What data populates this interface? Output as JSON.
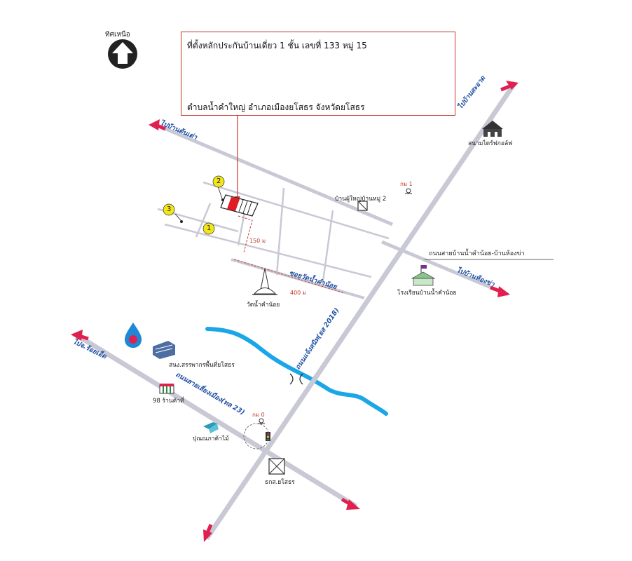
{
  "title": {
    "line1": "ที่ตั้งหลักประกันบ้านเดี่ยว 1 ชั้น เลขที่ 133 หมู่ 15",
    "line2": "ตำบลน้ำคำใหญ่  อำเภอเมืองยโสธร   จังหวัดยโสธร"
  },
  "north": {
    "label": "ทิศเหนือ",
    "icon": "north-arrow-icon"
  },
  "directions": {
    "to_sok_sa_at": "ไปบ้านสะอาด",
    "to_ton_tao": "ไปบ้านต้นเต่า",
    "to_nong_kham": "ไปบ้านห้องข่า",
    "to_roi_et": "ไปจ.ร้อยเอ็ด"
  },
  "roads": {
    "kham_noi_lane": "ซอยวัดน้ำคำน้อย",
    "highway_2018": "ถนนแจ้งสนิท(ยส 2018)",
    "highway_23": "ถนนสายเลี่ยงเมือง(ทล 23)",
    "road_kham_noi": "ถนนสายบ้านน้ำคำน้อย-บ้านห้องข่า"
  },
  "distances": {
    "d150": "150 ม",
    "d400": "400 ม"
  },
  "km_markers": {
    "km1": "กม 1",
    "km0": "กม 0"
  },
  "markers": {
    "m1": "1",
    "m2": "2",
    "m3": "3"
  },
  "places": {
    "village_head": "บ้านผู้ใหญ่บ้านหมู่ 2",
    "golf": "สนามไดร์ฟกอล์ฟ",
    "school": "โรงเรียนบ้านน้ำคำน้อย",
    "temple": "วัดน้ำคำน้อย",
    "water_office": "สนง.สรรพากรพื้นที่ยโสธร",
    "store98": "98 ร้านค้าที่",
    "gas": "ปุณณภาค้าไม้",
    "bank": "ธกส.ยโสธร"
  },
  "colors": {
    "road": "#c9c9d6",
    "river": "#1ba6e8",
    "arrow": "#e0214f",
    "label_blue": "#1f4fa3",
    "marker_yellow": "#f2e61a",
    "frame_red": "#c0392b"
  }
}
